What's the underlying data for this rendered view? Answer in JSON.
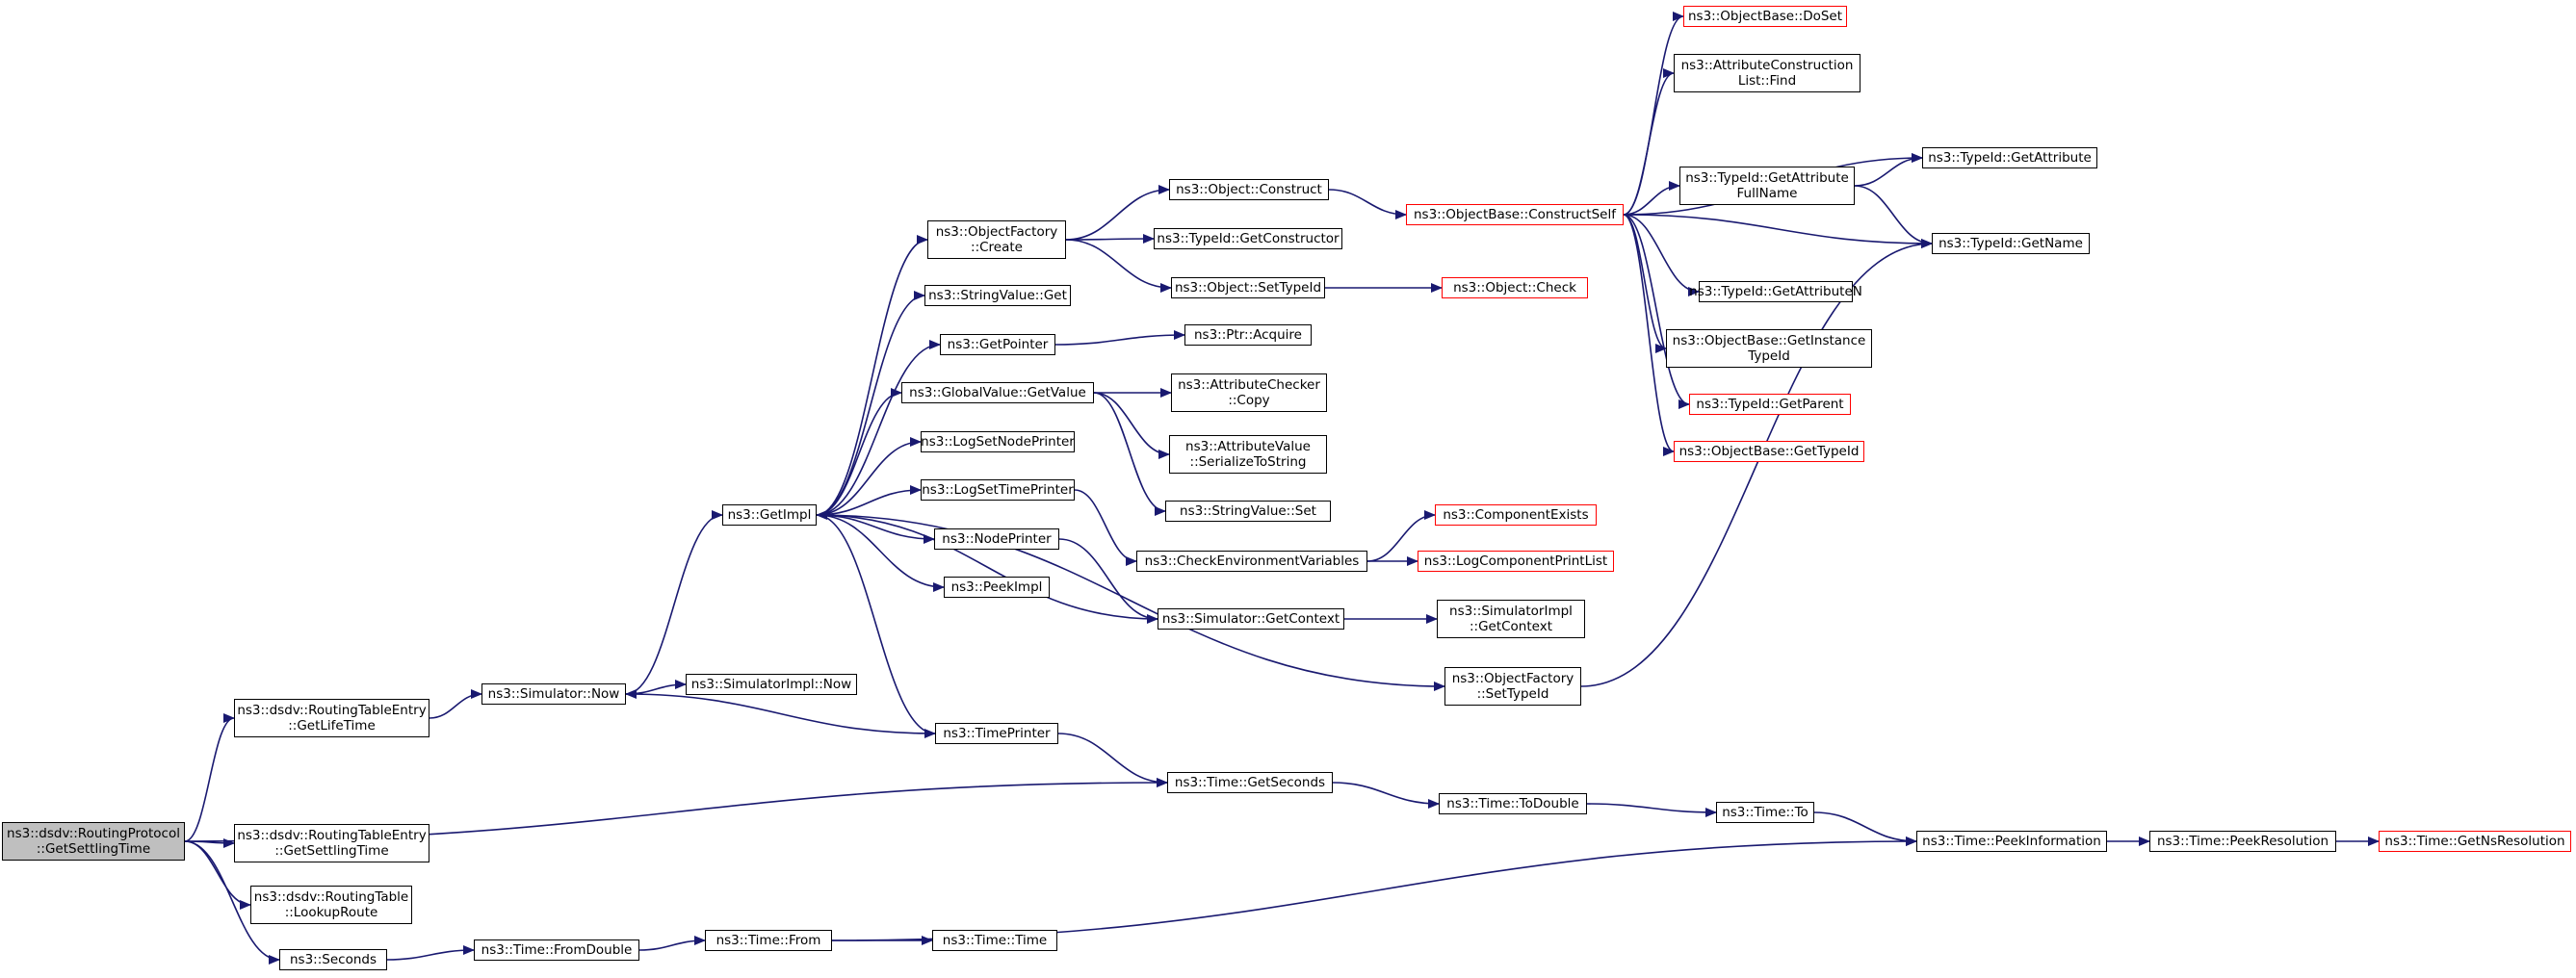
{
  "nodes": [
    {
      "id": "root",
      "label": "ns3::dsdv::RoutingProtocol\n::GetSettlingTime",
      "kind": "root"
    },
    {
      "id": "rte_getlifetime",
      "label": "ns3::dsdv::RoutingTableEntry\n::GetLifeTime"
    },
    {
      "id": "rte_getsettling",
      "label": "ns3::dsdv::RoutingTableEntry\n::GetSettlingTime"
    },
    {
      "id": "rt_lookup",
      "label": "ns3::dsdv::RoutingTable\n::LookupRoute"
    },
    {
      "id": "seconds",
      "label": "ns3::Seconds"
    },
    {
      "id": "sim_now",
      "label": "ns3::Simulator::Now"
    },
    {
      "id": "simimpl_now",
      "label": "ns3::SimulatorImpl::Now"
    },
    {
      "id": "getimpl",
      "label": "ns3::GetImpl"
    },
    {
      "id": "time_fromdouble",
      "label": "ns3::Time::FromDouble"
    },
    {
      "id": "time_from",
      "label": "ns3::Time::From"
    },
    {
      "id": "time_time",
      "label": "ns3::Time::Time"
    },
    {
      "id": "of_create",
      "label": "ns3::ObjectFactory\n::Create"
    },
    {
      "id": "sv_get",
      "label": "ns3::StringValue::Get"
    },
    {
      "id": "getpointer",
      "label": "ns3::GetPointer"
    },
    {
      "id": "gv_getvalue",
      "label": "ns3::GlobalValue::GetValue"
    },
    {
      "id": "lognodeprinter",
      "label": "ns3::LogSetNodePrinter"
    },
    {
      "id": "logtimeprinter",
      "label": "ns3::LogSetTimePrinter"
    },
    {
      "id": "nodeprinter",
      "label": "ns3::NodePrinter"
    },
    {
      "id": "peekimpl",
      "label": "ns3::PeekImpl"
    },
    {
      "id": "timeprinter",
      "label": "ns3::TimePrinter"
    },
    {
      "id": "obj_construct",
      "label": "ns3::Object::Construct"
    },
    {
      "id": "tid_getconstructor",
      "label": "ns3::TypeId::GetConstructor"
    },
    {
      "id": "obj_settypeid",
      "label": "ns3::Object::SetTypeId"
    },
    {
      "id": "ptr_acquire",
      "label": "ns3::Ptr::Acquire"
    },
    {
      "id": "ac_copy",
      "label": "ns3::AttributeChecker\n::Copy"
    },
    {
      "id": "av_serialize",
      "label": "ns3::AttributeValue\n::SerializeToString"
    },
    {
      "id": "sv_set",
      "label": "ns3::StringValue::Set"
    },
    {
      "id": "checkenv",
      "label": "ns3::CheckEnvironmentVariables"
    },
    {
      "id": "sim_getcontext",
      "label": "ns3::Simulator::GetContext"
    },
    {
      "id": "of_settypeid",
      "label": "ns3::ObjectFactory\n::SetTypeId"
    },
    {
      "id": "time_getseconds",
      "label": "ns3::Time::GetSeconds"
    },
    {
      "id": "ob_constructself",
      "label": "ns3::ObjectBase::ConstructSelf",
      "kind": "red"
    },
    {
      "id": "obj_check",
      "label": "ns3::Object::Check",
      "kind": "red"
    },
    {
      "id": "componentexists",
      "label": "ns3::ComponentExists",
      "kind": "red"
    },
    {
      "id": "logcomponentprintlist",
      "label": "ns3::LogComponentPrintList",
      "kind": "red"
    },
    {
      "id": "simimpl_getcontext",
      "label": "ns3::SimulatorImpl\n::GetContext"
    },
    {
      "id": "time_todouble",
      "label": "ns3::Time::ToDouble"
    },
    {
      "id": "ob_doset",
      "label": "ns3::ObjectBase::DoSet",
      "kind": "red"
    },
    {
      "id": "acl_find",
      "label": "ns3::AttributeConstruction\nList::Find"
    },
    {
      "id": "tid_getattributefullname",
      "label": "ns3::TypeId::GetAttribute\nFullName"
    },
    {
      "id": "tid_getattributen",
      "label": "ns3::TypeId::GetAttributeN"
    },
    {
      "id": "ob_getinstancetypeid",
      "label": "ns3::ObjectBase::GetInstance\nTypeId"
    },
    {
      "id": "tid_getparent",
      "label": "ns3::TypeId::GetParent",
      "kind": "red"
    },
    {
      "id": "ob_gettypeid",
      "label": "ns3::ObjectBase::GetTypeId",
      "kind": "red"
    },
    {
      "id": "time_to",
      "label": "ns3::Time::To"
    },
    {
      "id": "tid_getattribute",
      "label": "ns3::TypeId::GetAttribute"
    },
    {
      "id": "tid_getname",
      "label": "ns3::TypeId::GetName"
    },
    {
      "id": "time_peekinformation",
      "label": "ns3::Time::PeekInformation"
    },
    {
      "id": "time_peekresolution",
      "label": "ns3::Time::PeekResolution"
    },
    {
      "id": "time_getnsresolution",
      "label": "ns3::Time::GetNsResolution",
      "kind": "red"
    }
  ],
  "edges": [
    [
      "root",
      "rte_getlifetime"
    ],
    [
      "root",
      "time_getseconds"
    ],
    [
      "root",
      "rte_getsettling"
    ],
    [
      "root",
      "rt_lookup"
    ],
    [
      "root",
      "seconds"
    ],
    [
      "rte_getlifetime",
      "sim_now"
    ],
    [
      "sim_now",
      "simimpl_now"
    ],
    [
      "sim_now",
      "getimpl"
    ],
    [
      "seconds",
      "time_fromdouble"
    ],
    [
      "time_fromdouble",
      "time_from"
    ],
    [
      "time_from",
      "time_time"
    ],
    [
      "time_from",
      "time_peekinformation"
    ],
    [
      "getimpl",
      "of_create"
    ],
    [
      "getimpl",
      "sv_get"
    ],
    [
      "getimpl",
      "getpointer"
    ],
    [
      "getimpl",
      "gv_getvalue"
    ],
    [
      "getimpl",
      "lognodeprinter"
    ],
    [
      "getimpl",
      "logtimeprinter"
    ],
    [
      "getimpl",
      "nodeprinter"
    ],
    [
      "getimpl",
      "peekimpl"
    ],
    [
      "getimpl",
      "timeprinter"
    ],
    [
      "getimpl",
      "of_settypeid"
    ],
    [
      "timeprinter",
      "sim_now"
    ],
    [
      "timeprinter",
      "time_getseconds"
    ],
    [
      "of_create",
      "obj_construct"
    ],
    [
      "of_create",
      "tid_getconstructor"
    ],
    [
      "of_create",
      "obj_settypeid"
    ],
    [
      "getpointer",
      "ptr_acquire"
    ],
    [
      "gv_getvalue",
      "ac_copy"
    ],
    [
      "gv_getvalue",
      "av_serialize"
    ],
    [
      "gv_getvalue",
      "sv_set"
    ],
    [
      "logtimeprinter",
      "checkenv"
    ],
    [
      "nodeprinter",
      "sim_getcontext"
    ],
    [
      "sim_getcontext",
      "getimpl"
    ],
    [
      "sim_getcontext",
      "simimpl_getcontext"
    ],
    [
      "checkenv",
      "componentexists"
    ],
    [
      "checkenv",
      "logcomponentprintlist"
    ],
    [
      "obj_construct",
      "ob_constructself"
    ],
    [
      "obj_settypeid",
      "obj_check"
    ],
    [
      "ob_constructself",
      "ob_doset"
    ],
    [
      "ob_constructself",
      "acl_find"
    ],
    [
      "ob_constructself",
      "tid_getattribute"
    ],
    [
      "ob_constructself",
      "tid_getattributefullname"
    ],
    [
      "ob_constructself",
      "tid_getname"
    ],
    [
      "ob_constructself",
      "tid_getattributen"
    ],
    [
      "ob_constructself",
      "ob_getinstancetypeid"
    ],
    [
      "ob_constructself",
      "tid_getparent"
    ],
    [
      "ob_constructself",
      "ob_gettypeid"
    ],
    [
      "tid_getattributefullname",
      "tid_getattribute"
    ],
    [
      "tid_getattributefullname",
      "tid_getname"
    ],
    [
      "of_settypeid",
      "tid_getname"
    ],
    [
      "time_getseconds",
      "time_todouble"
    ],
    [
      "time_todouble",
      "time_to"
    ],
    [
      "time_to",
      "time_peekinformation"
    ],
    [
      "time_peekinformation",
      "time_peekresolution"
    ],
    [
      "time_peekresolution",
      "time_getnsresolution"
    ]
  ]
}
